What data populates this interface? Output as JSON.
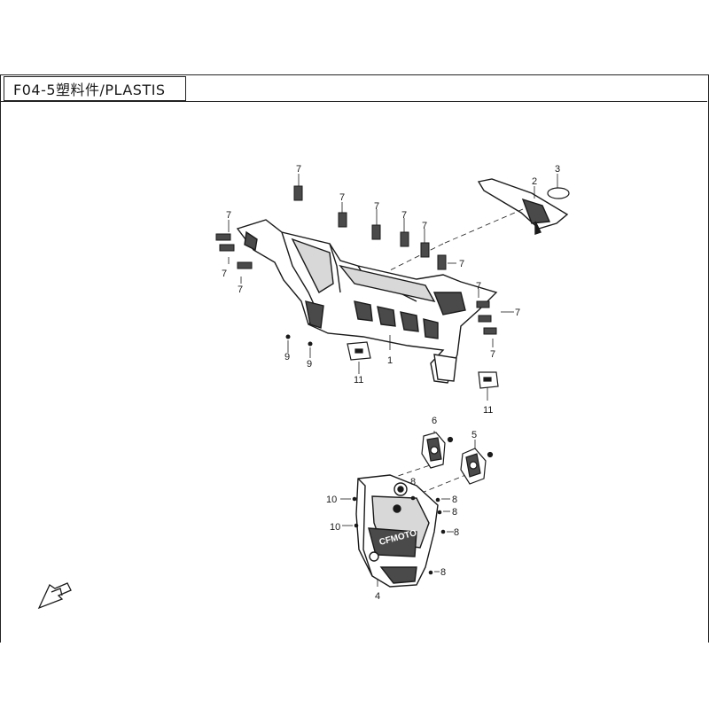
{
  "page": {
    "title": "F04-5塑料件/PLASTIS"
  },
  "callouts": {
    "c1": "1",
    "c2": "2",
    "c3": "3",
    "c4": "4",
    "c5": "5",
    "c6": "6",
    "c7a": "7",
    "c7b": "7",
    "c7c": "7",
    "c7d": "7",
    "c7e": "7",
    "c7f": "7",
    "c7g": "7",
    "c7h": "7",
    "c7i": "7",
    "c7j": "7",
    "c7k": "7",
    "c7l": "7",
    "c8a": "8",
    "c8b": "8",
    "c8c": "8",
    "c8d": "8",
    "c8e": "8",
    "c9a": "9",
    "c9b": "9",
    "c10a": "10",
    "c10b": "10",
    "c11a": "11",
    "c11b": "11"
  },
  "brand_text": "CFMOTO",
  "colors": {
    "line": "#1a1a1a",
    "shade": "#4a4a4a",
    "light": "#d8d8d8"
  }
}
